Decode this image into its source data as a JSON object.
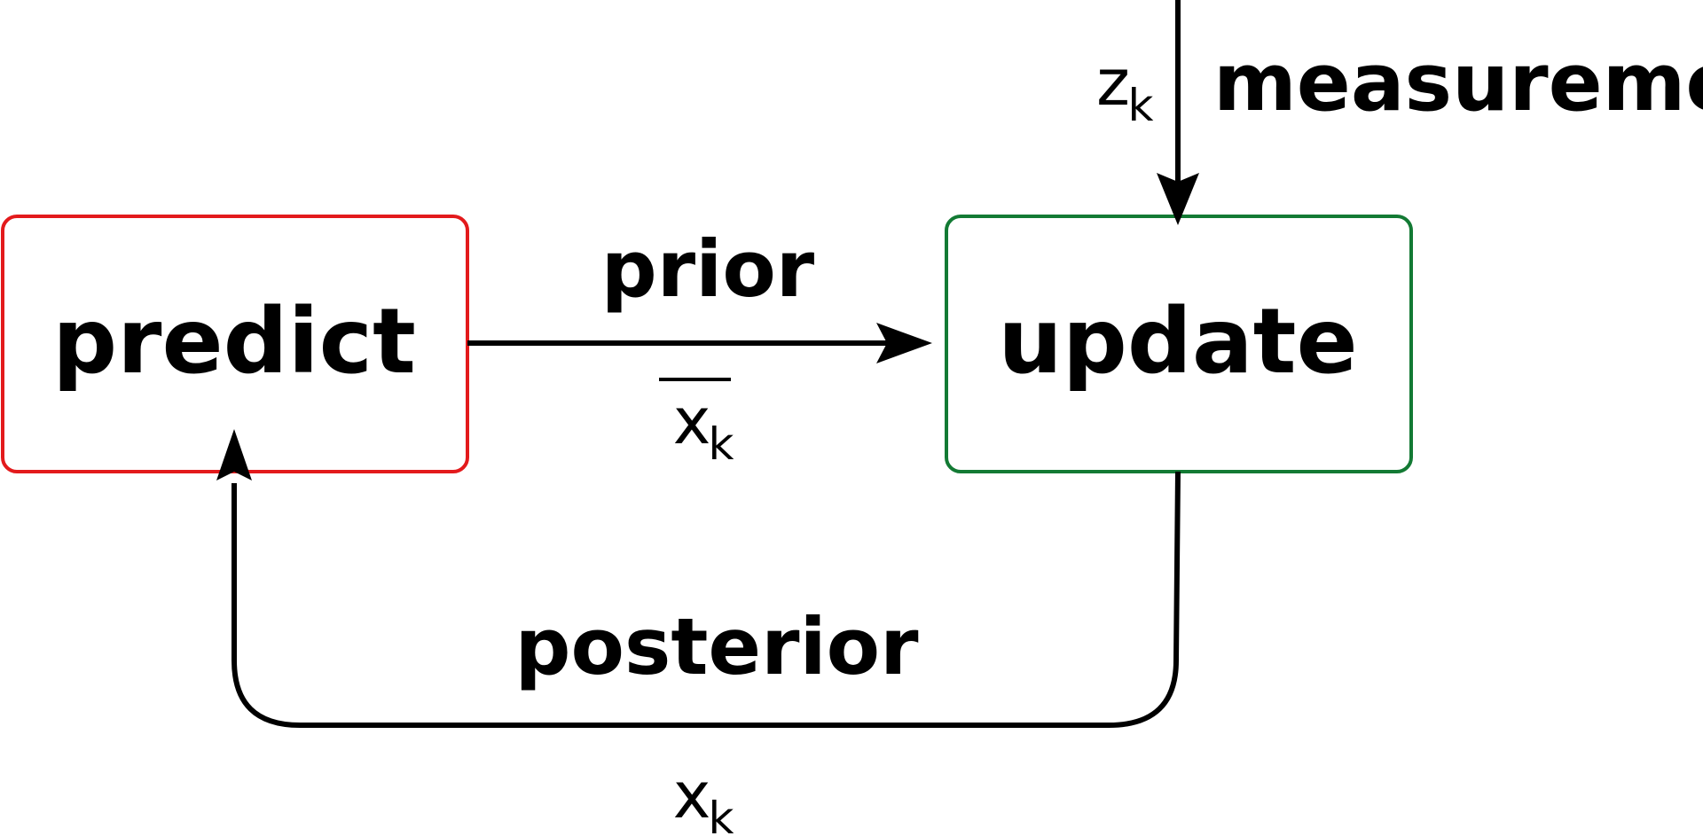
{
  "diagram": {
    "nodes": {
      "predict": {
        "label": "predict",
        "color": "#e31a1c"
      },
      "update": {
        "label": "update",
        "color": "#137a34"
      }
    },
    "edges": {
      "prior": {
        "label": "prior",
        "var": "x",
        "sub": "k",
        "overline": true
      },
      "posterior": {
        "label": "posterior",
        "var": "x",
        "sub": "k"
      },
      "measurement": {
        "label": "measurement",
        "var": "z",
        "sub": "k"
      }
    },
    "colors": {
      "line": "#000000"
    }
  }
}
